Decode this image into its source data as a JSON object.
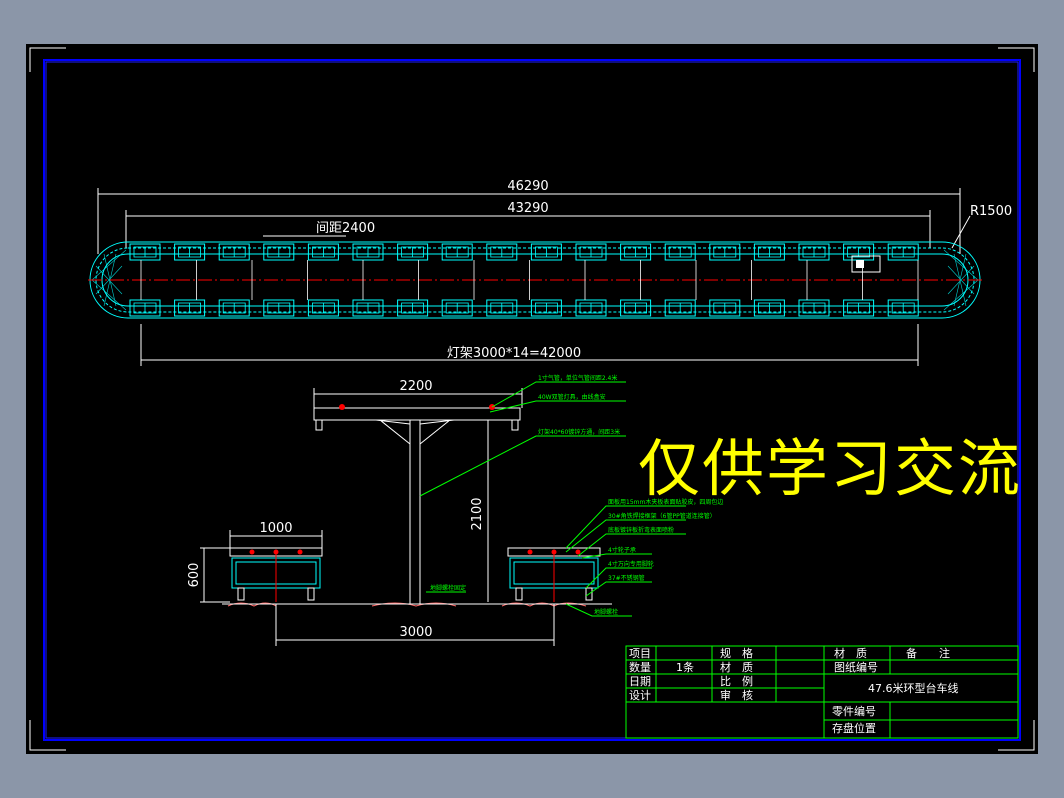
{
  "dimensions": {
    "overall_length": "46290",
    "inner_length": "43290",
    "radius": "R1500",
    "spacing": "间距2400",
    "light_frame": "灯架3000*14=42000",
    "frame_width": "2200",
    "frame_height": "2100",
    "table_width": "1000",
    "table_height": "600",
    "table_spacing": "3000"
  },
  "annotations": [
    "1寸气管，单位气管间距2.4米",
    "40W双管灯具，由线盒安",
    "灯架40*60镀锌方通，间距3米",
    "面板用15mm木夹板表面贴胶皮，四周包边",
    "30#角铁焊接框架（6管PP管道连接管）",
    "底板镀锌板折弯表面喷粉",
    "4寸轮子承",
    "4寸万向专用脚轮",
    "37#不锈钢管",
    "地脚螺栓固定",
    "地脚螺栓"
  ],
  "title_block": {
    "item": "项目",
    "quantity": "数量",
    "quantity_value": "1条",
    "date": "日期",
    "design": "设计",
    "spec": "规　格",
    "material": "材　质",
    "scale": "比　例",
    "review": "审　核",
    "material2": "材　质",
    "remark": "备　　注",
    "drawing_no": "图纸编号",
    "title": "47.6米环型台车线",
    "part_no": "零件编号",
    "storage": "存盘位置"
  },
  "watermark": "仅供学习交流",
  "colors": {
    "background": "#000000",
    "frame": "#0000ff",
    "border": "#ffffff",
    "dimension": "#ffffff",
    "cart": "#00ffff",
    "leader": "#00ff00",
    "watermark": "#ffff00",
    "centerline": "#ff0000"
  }
}
